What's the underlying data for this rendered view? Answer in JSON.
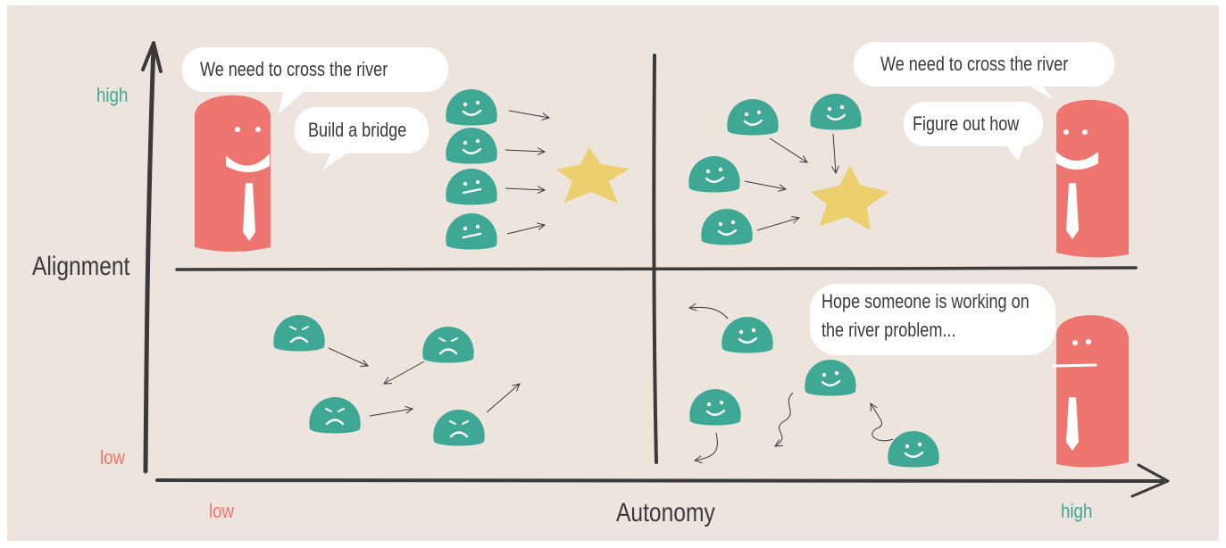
{
  "axes": {
    "y_title": "Alignment",
    "x_title": "Autonomy",
    "y_high": "high",
    "y_low": "low",
    "x_low": "low",
    "x_high": "high"
  },
  "quadrants": {
    "top_left": {
      "bubble_1": "We need to cross the river",
      "bubble_2": "Build a bridge"
    },
    "top_right": {
      "bubble_1": "We need to cross the river",
      "bubble_2": "Figure out how"
    },
    "bottom_right": {
      "thought_line_1": "Hope someone is working on",
      "thought_line_2": "the river problem..."
    }
  },
  "colors": {
    "background": "#ede4de",
    "leader": "#ef7570",
    "team": "#3fa895",
    "star": "#ecd06e",
    "high_label": "#3fa895",
    "low_label": "#ef7570",
    "ink": "#3a3a3a"
  }
}
